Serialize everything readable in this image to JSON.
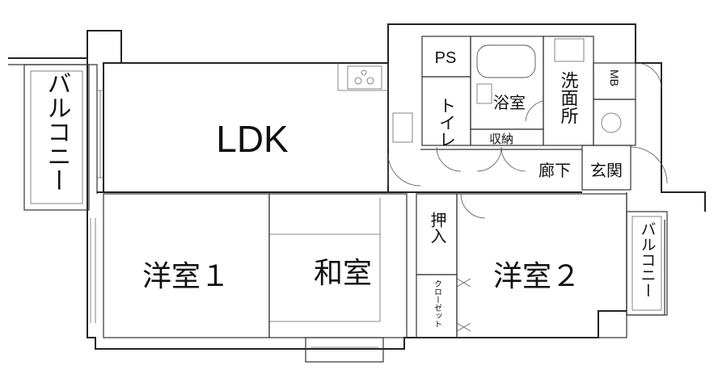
{
  "rooms": {
    "ldk": "LDK",
    "western1": "洋室１",
    "western2": "洋室２",
    "washitsu": "和室",
    "bath": "浴室",
    "toilet": "トイレ",
    "washroom": "洗面所",
    "storage": "収納",
    "corridor": "廊下",
    "entrance": "玄関",
    "oshiire": "押入",
    "closet": "クローゼット",
    "ps": "PS",
    "mb": "MB",
    "balcony_left": "バルコニー",
    "balcony_right": "バルコニー"
  }
}
